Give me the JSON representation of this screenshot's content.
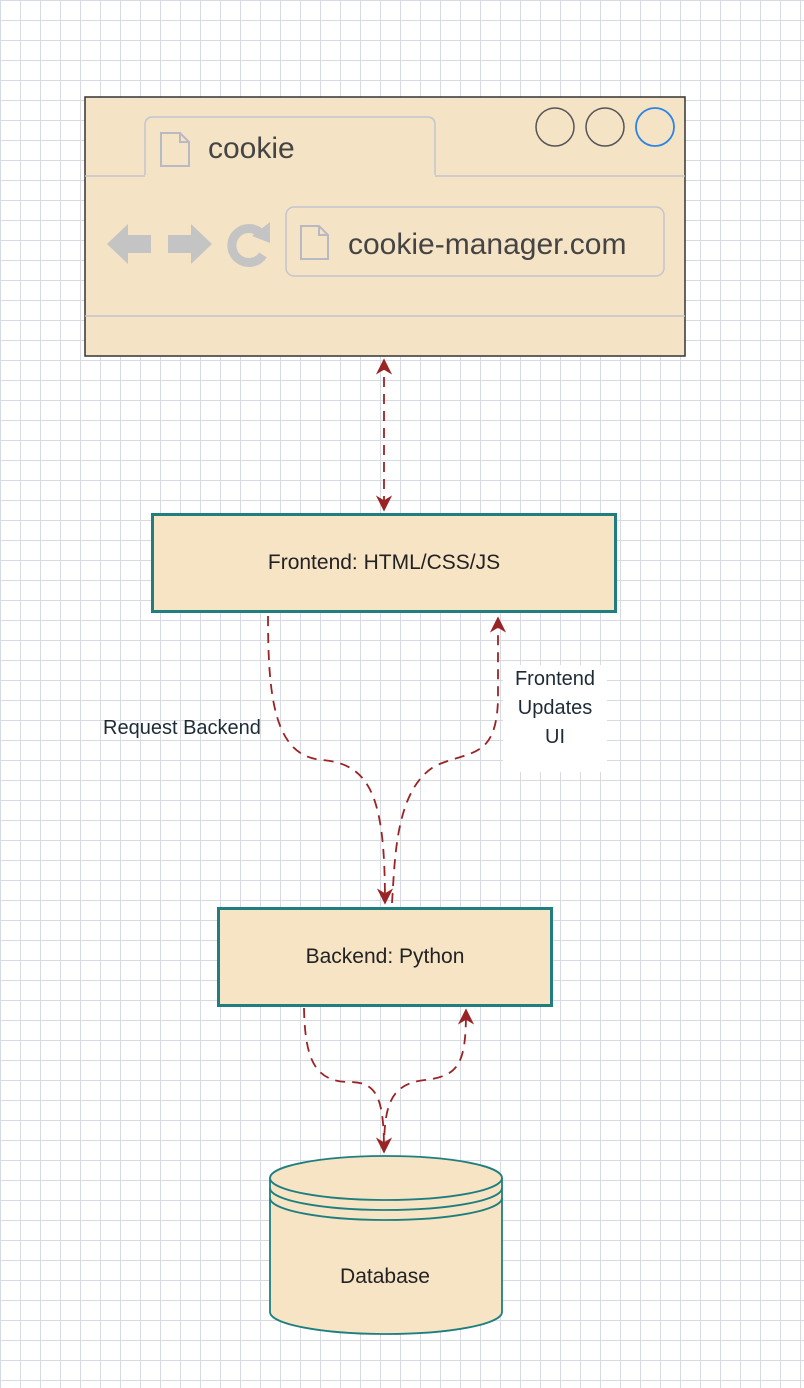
{
  "browser": {
    "tab_title": "cookie",
    "url": "cookie-manager.com",
    "window_controls": [
      "circle-button",
      "circle-button",
      "circle-button-active"
    ],
    "icons": [
      "page-icon",
      "back-arrow-icon",
      "forward-arrow-icon",
      "reload-icon",
      "page-icon"
    ]
  },
  "nodes": {
    "frontend": "Frontend: HTML/CSS/JS",
    "backend": "Backend: Python",
    "database": "Database"
  },
  "edges": {
    "request_label": "Request Backend",
    "updates_label": "Frontend Updates UI",
    "updates_lines": [
      "Frontend",
      "Updates",
      "UI"
    ]
  },
  "colors": {
    "fill": "#f6e4c5",
    "browser_fill": "#f5e3c6",
    "node_stroke": "#1f7f7f",
    "edge": "#9a2424",
    "accent_blue": "#2b85e4"
  }
}
